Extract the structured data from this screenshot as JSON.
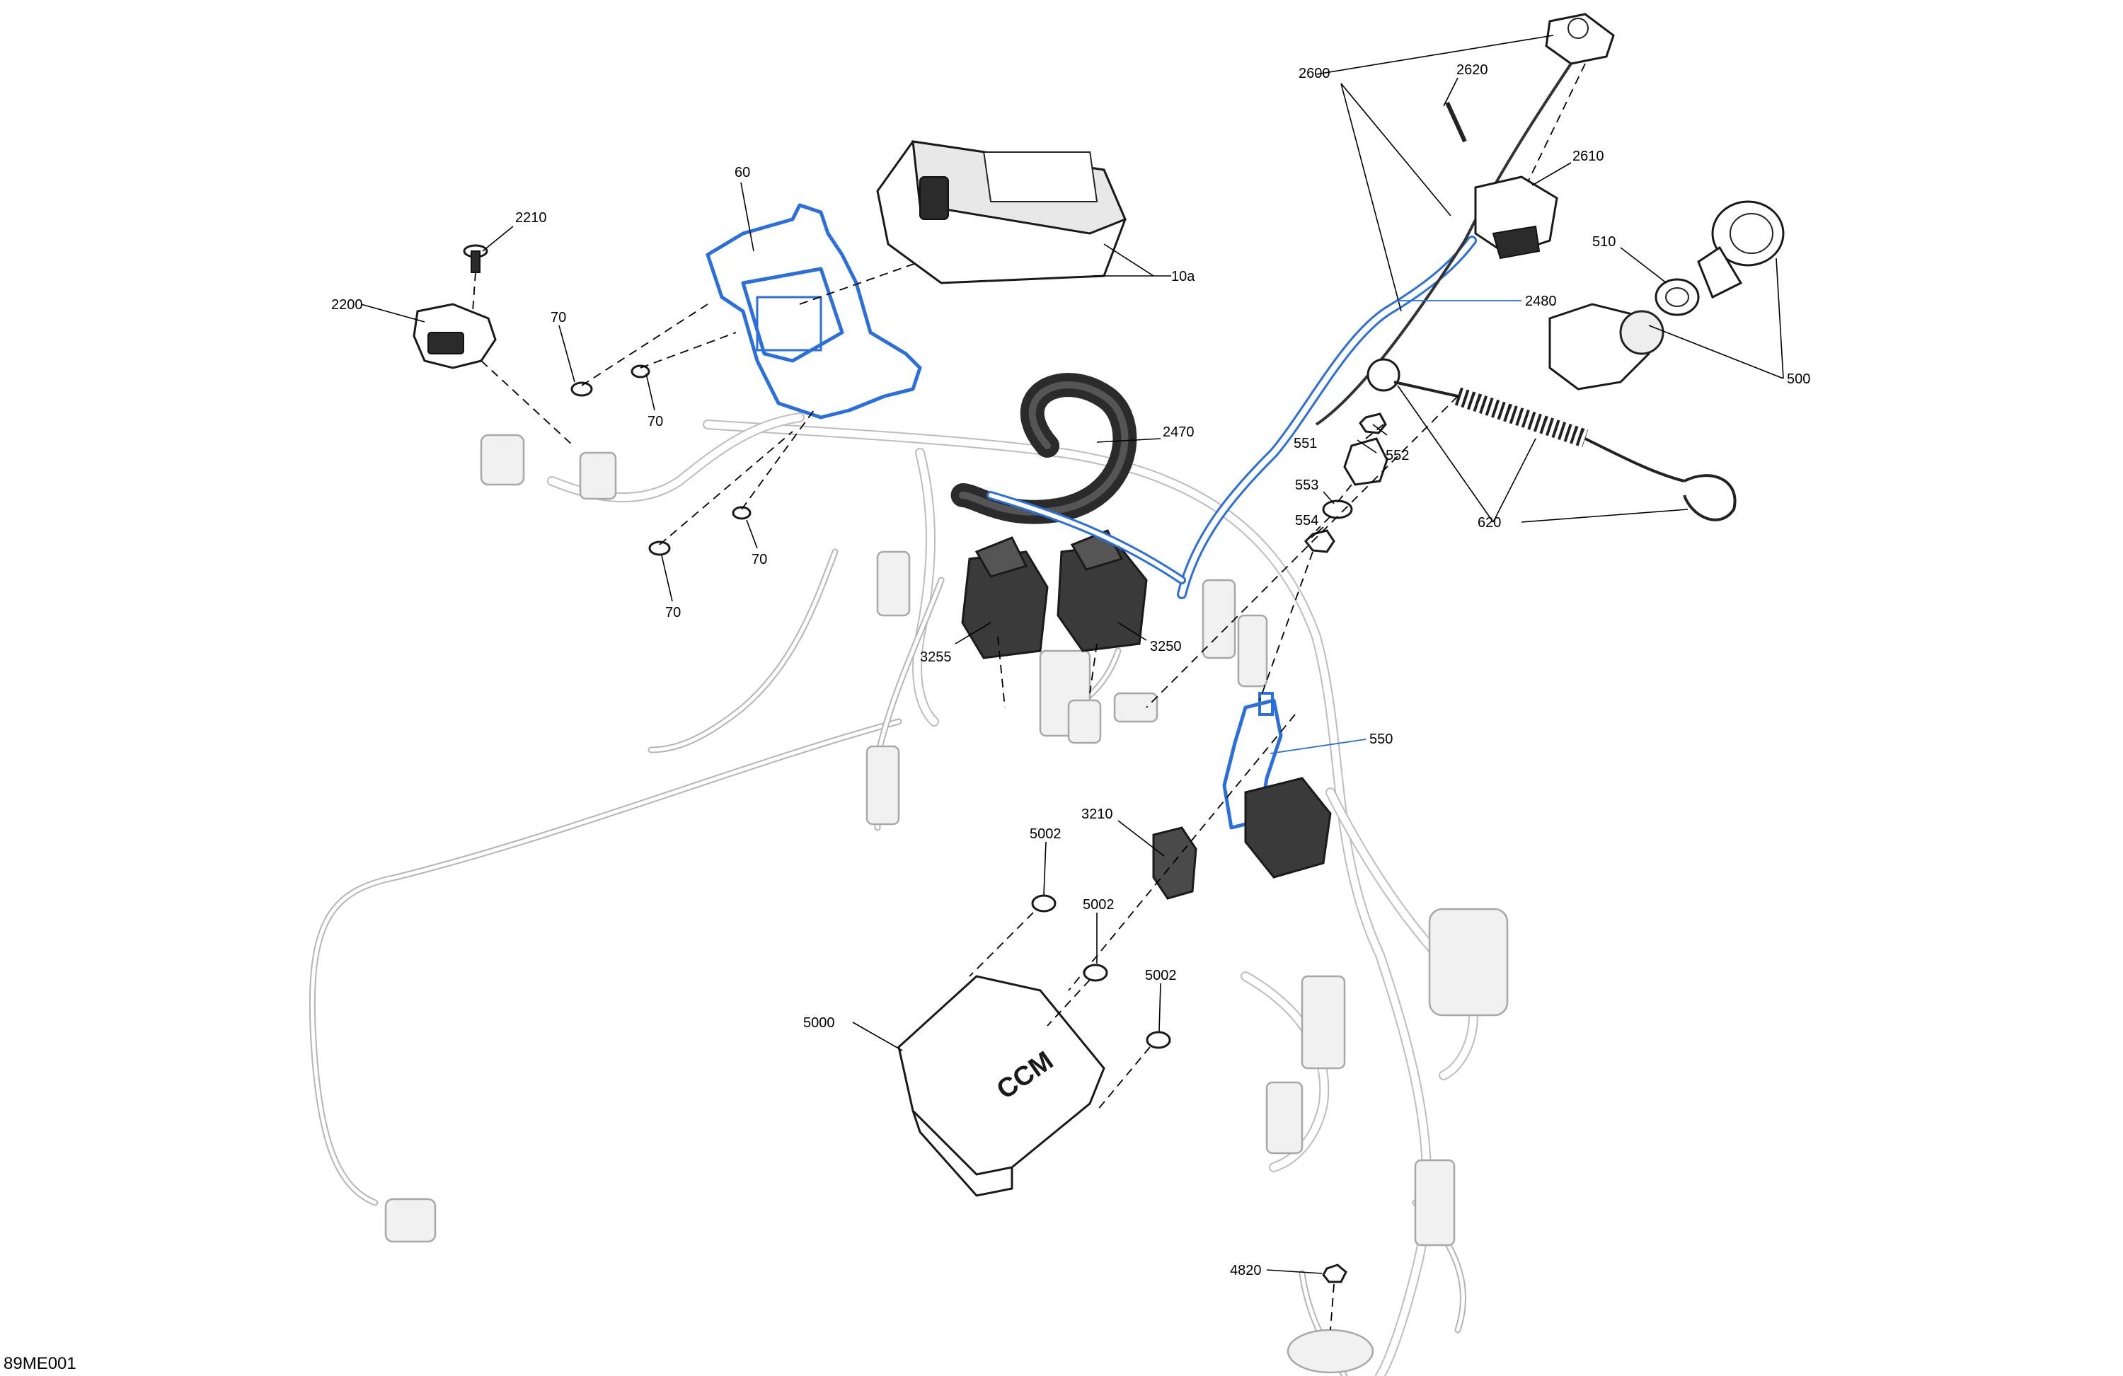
{
  "figure_ref": "89ME001",
  "callouts": {
    "c60": "60",
    "c10a": "10a",
    "c2210": "2210",
    "c2200": "2200",
    "c70a": "70",
    "c70b": "70",
    "c70c": "70",
    "c70d": "70",
    "c2600": "2600",
    "c2620": "2620",
    "c2610": "2610",
    "c2480": "2480",
    "c510": "510",
    "c500": "500",
    "c551": "551",
    "c552": "552",
    "c553": "553",
    "c554": "554",
    "c620": "620",
    "c2470": "2470",
    "c3255": "3255",
    "c3250": "3250",
    "c550": "550",
    "c3210": "3210",
    "c5002a": "5002",
    "c5002b": "5002",
    "c5002c": "5002",
    "c5000": "5000",
    "c4820": "4820"
  },
  "module_marking": "CCM",
  "colors": {
    "highlight": "#2a6fdb",
    "line": "#000000",
    "harness": "#bdbdbd"
  }
}
